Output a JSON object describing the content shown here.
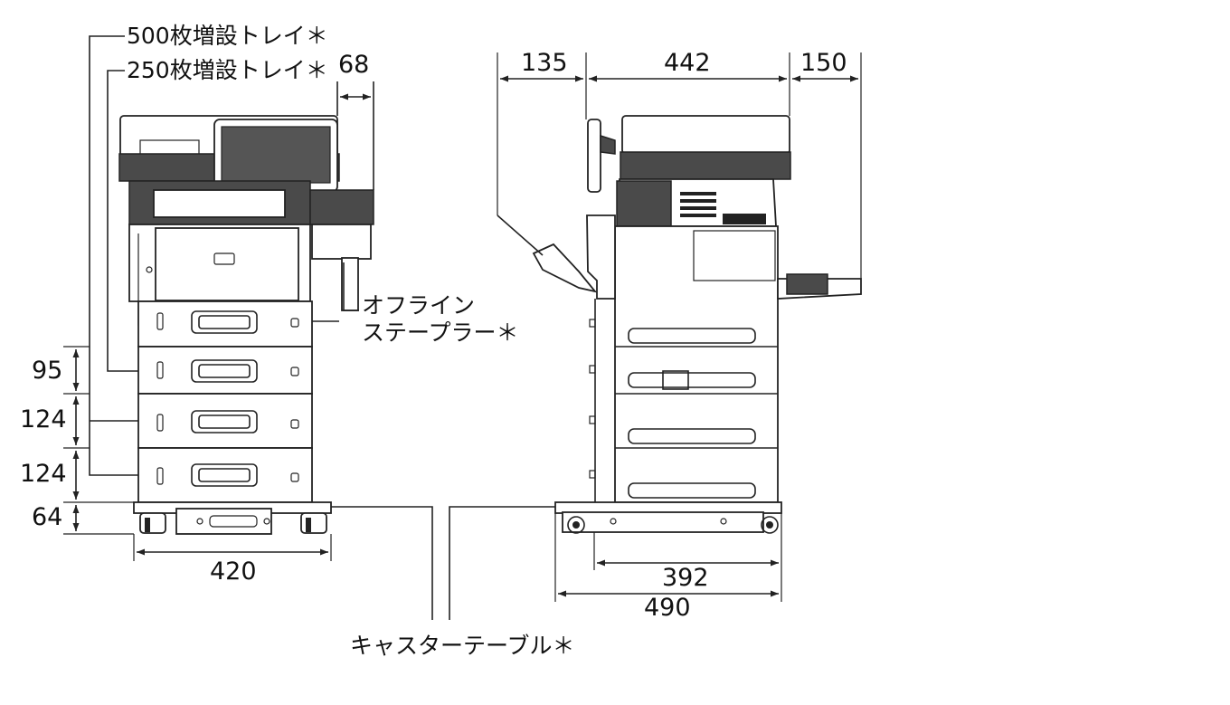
{
  "labels": {
    "tray500": "500枚増設トレイ＊",
    "tray250": "250枚増設トレイ＊",
    "stapler_line1": "オフライン",
    "stapler_line2": "ステープラー＊",
    "caster": "キャスターテーブル＊"
  },
  "front_view": {
    "dims": {
      "stapler_width": "68",
      "h_tray1": "95",
      "h_tray2": "124",
      "h_tray3": "124",
      "h_caster": "64",
      "width": "420"
    }
  },
  "side_view": {
    "dims": {
      "left_ext": "135",
      "body_depth": "442",
      "right_ext": "150",
      "caster_depth_inner": "392",
      "caster_depth_outer": "490"
    }
  },
  "colors": {
    "line": "#222222",
    "panel_dark": "#4a4a4a",
    "panel_mid": "#8a8a8a"
  }
}
